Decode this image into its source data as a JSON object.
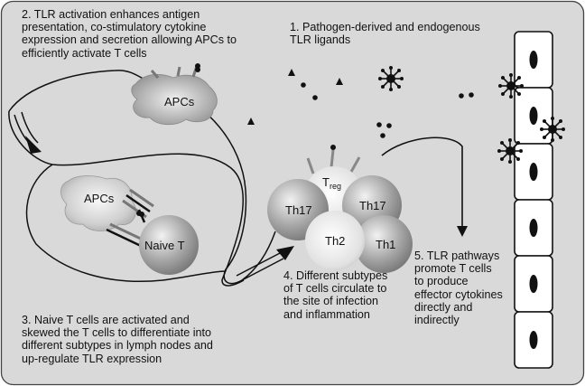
{
  "colors": {
    "panel_fill": "#d9d9d9",
    "panel_stroke": "#444444",
    "cell_gray": "#8c8c8c",
    "cell_light": "#e6e6e6",
    "ink": "#111111"
  },
  "annotations": {
    "step1": [
      "1. Pathogen-derived and endogenous",
      "TLR ligands"
    ],
    "step2": [
      "2. TLR activation enhances antigen",
      "presentation, co-stimulatory cytokine",
      "expression and secretion allowing APCs to",
      "efficiently activate T cells"
    ],
    "step3": [
      "3. Naive T cells are activated and",
      "skewed the T cells to differentiate into",
      "different subtypes in lymph nodes and",
      "up-regulate TLR expression"
    ],
    "step4": [
      "4. Different",
      "subtypes",
      "of T cells circulate to",
      "the site of infection",
      "and inflammation"
    ],
    "step5": [
      "5. TLR pathways",
      "promote T cells",
      "to produce",
      "effector cytokines",
      "directly and",
      "indirectly"
    ]
  },
  "cells": {
    "apc_top": "APCs",
    "apc_lymph": "APCs",
    "naive_t": "Naive T",
    "treg_main": "T",
    "treg_sub": "reg",
    "th17_left": "Th17",
    "th17_right": "Th17",
    "th2": "Th2",
    "th1": "Th1"
  },
  "icons": {
    "ligand_triangle": "triangle-ligand-icon",
    "ligand_dot": "dot-ligand-icon",
    "pathogen_star": "spiky-pathogen-icon",
    "receptor": "receptor-icon",
    "epithelial_cell": "epithelial-cell-icon"
  }
}
